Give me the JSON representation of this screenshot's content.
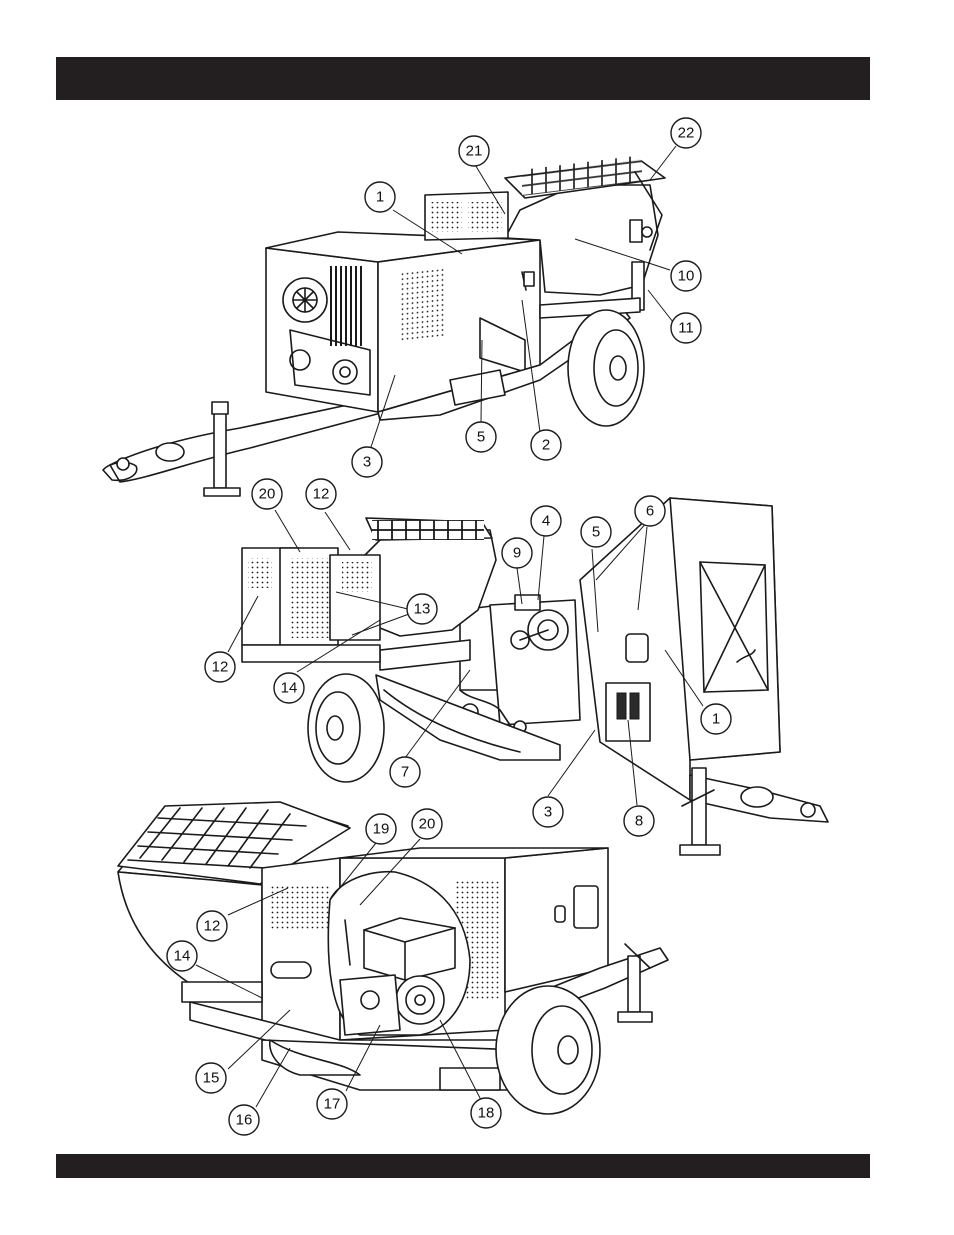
{
  "header_bar": {
    "color": "#231f20"
  },
  "footer_bar": {
    "color": "#231f20"
  },
  "callouts": {
    "view1": [
      {
        "id": "c1-1",
        "label": "1"
      },
      {
        "id": "c1-21",
        "label": "21"
      },
      {
        "id": "c1-22",
        "label": "22"
      },
      {
        "id": "c1-10",
        "label": "10"
      },
      {
        "id": "c1-11",
        "label": "11"
      },
      {
        "id": "c1-5",
        "label": "5"
      },
      {
        "id": "c1-2",
        "label": "2"
      },
      {
        "id": "c1-3",
        "label": "3"
      }
    ],
    "view2": [
      {
        "id": "c2-20",
        "label": "20"
      },
      {
        "id": "c2-12a",
        "label": "12"
      },
      {
        "id": "c2-12b",
        "label": "12"
      },
      {
        "id": "c2-13",
        "label": "13"
      },
      {
        "id": "c2-14",
        "label": "14"
      },
      {
        "id": "c2-9",
        "label": "9"
      },
      {
        "id": "c2-4",
        "label": "4"
      },
      {
        "id": "c2-5",
        "label": "5"
      },
      {
        "id": "c2-6",
        "label": "6"
      },
      {
        "id": "c2-1",
        "label": "1"
      },
      {
        "id": "c2-7",
        "label": "7"
      },
      {
        "id": "c2-3",
        "label": "3"
      },
      {
        "id": "c2-8",
        "label": "8"
      }
    ],
    "view3": [
      {
        "id": "c3-19",
        "label": "19"
      },
      {
        "id": "c3-20",
        "label": "20"
      },
      {
        "id": "c3-12",
        "label": "12"
      },
      {
        "id": "c3-14",
        "label": "14"
      },
      {
        "id": "c3-15",
        "label": "15"
      },
      {
        "id": "c3-16",
        "label": "16"
      },
      {
        "id": "c3-17",
        "label": "17"
      },
      {
        "id": "c3-18",
        "label": "18"
      }
    ]
  }
}
